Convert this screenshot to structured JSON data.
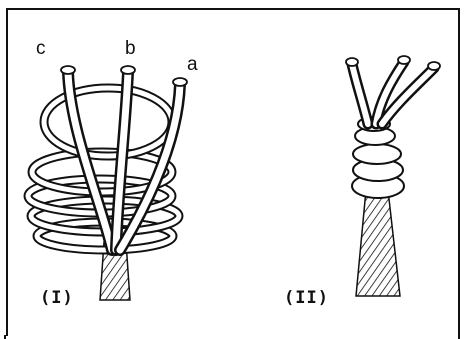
{
  "figure_1": {
    "label": "(I)",
    "strand_labels": [
      "c",
      "b",
      "a"
    ]
  },
  "figure_2": {
    "label": "(II)"
  },
  "colors": {
    "ink": "#111111",
    "paper": "#ffffff"
  }
}
